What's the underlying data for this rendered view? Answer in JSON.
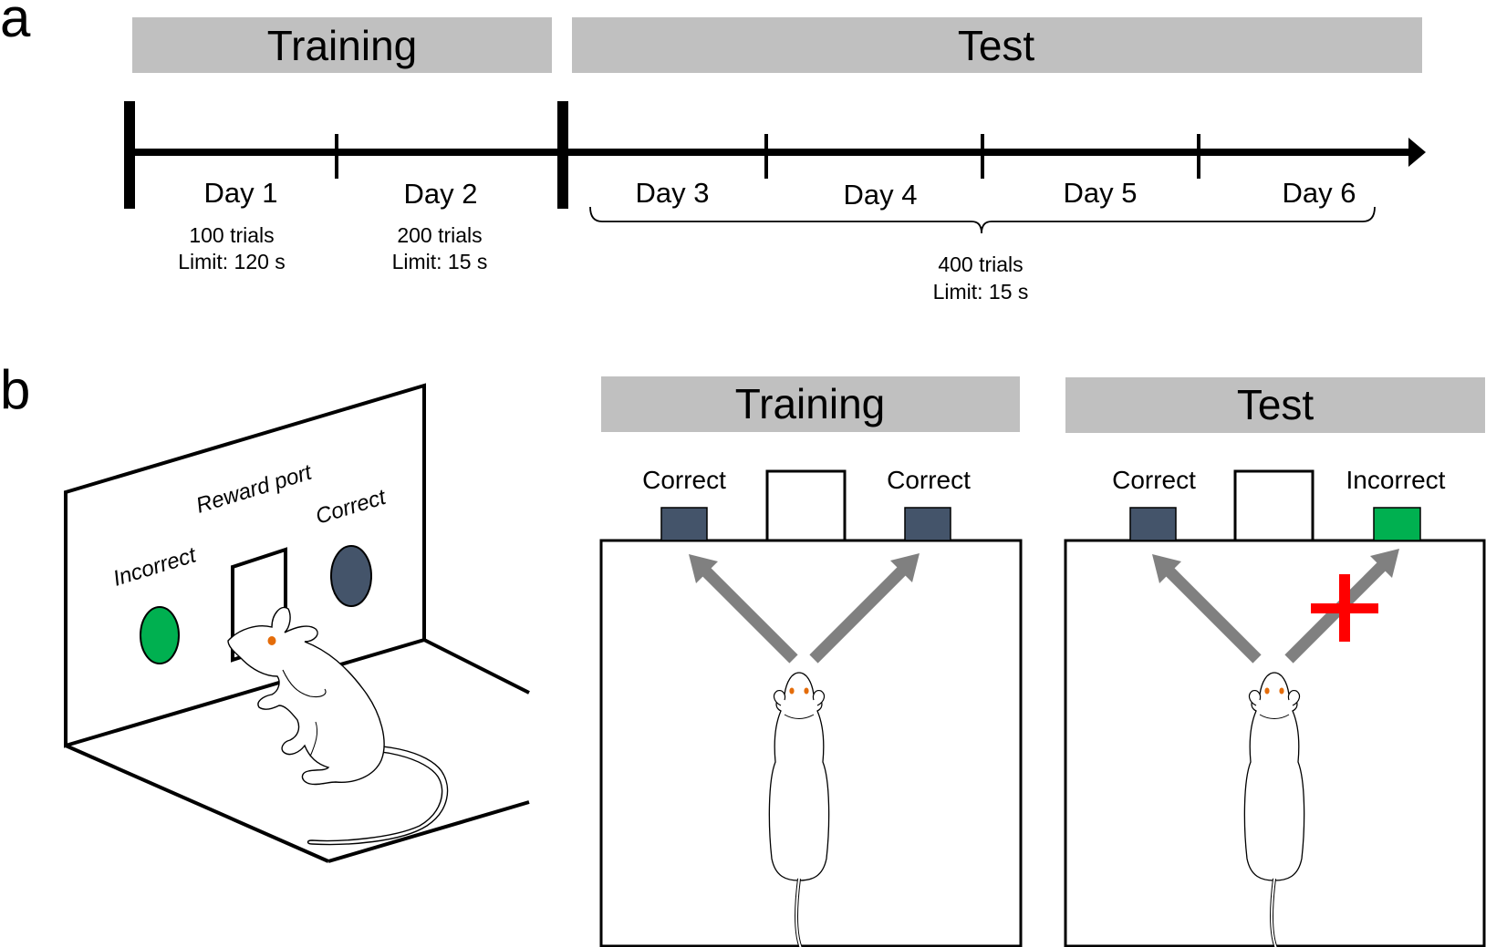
{
  "panel_a": {
    "letter": "a",
    "training_banner": "Training",
    "test_banner": "Test",
    "days": [
      "Day 1",
      "Day 2",
      "Day 3",
      "Day 4",
      "Day 5",
      "Day 6"
    ],
    "day1_trials": "100 trials",
    "day1_limit": "Limit: 120 s",
    "day2_trials": "200 trials",
    "day2_limit": "Limit: 15 s",
    "test_trials": "400 trials",
    "test_limit": "Limit: 15 s"
  },
  "panel_b": {
    "letter": "b",
    "perspective_labels": {
      "incorrect": "Incorrect",
      "reward_port": "Reward port",
      "correct": "Correct"
    },
    "training": {
      "banner": "Training",
      "left_label": "Correct",
      "right_label": "Correct"
    },
    "test": {
      "banner": "Test",
      "left_label": "Correct",
      "right_label": "Incorrect"
    }
  },
  "colors": {
    "banner_gray": "#c0c0c0",
    "arrow_gray": "#808080",
    "target_slate": "#44546a",
    "target_green": "#00b050",
    "cross_red": "#ff0000",
    "eye_orange": "#e46c0a"
  }
}
